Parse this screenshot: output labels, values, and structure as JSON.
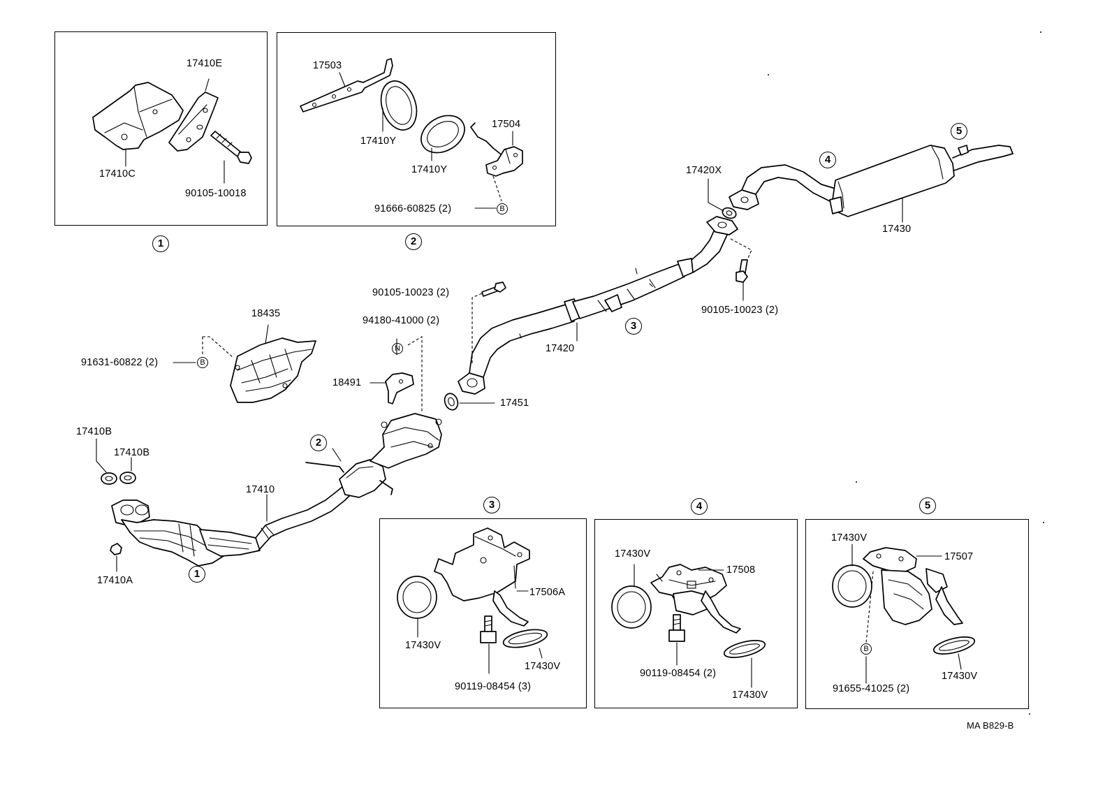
{
  "labels": {
    "p17410E": "17410E",
    "p17410C": "17410C",
    "p90105_10018": "90105-10018",
    "p17503": "17503",
    "p17410Y_a": "17410Y",
    "p17410Y_b": "17410Y",
    "p17504": "17504",
    "p91666": "91666-60825 (2)",
    "p17420X": "17420X",
    "p17430": "17430",
    "p90105_10023_a": "90105-10023 (2)",
    "p90105_10023_b": "90105-10023 (2)",
    "p94180": "94180-41000 (2)",
    "p18435": "18435",
    "p91631": "91631-60822 (2)",
    "p18491": "18491",
    "p17420": "17420",
    "p17451": "17451",
    "p17410B_a": "17410B",
    "p17410B_b": "17410B",
    "p17410": "17410",
    "p17410A": "17410A",
    "p17430V_3a": "17430V",
    "p17430V_3b": "17430V",
    "p17506A": "17506A",
    "p90119_3": "90119-08454 (3)",
    "p17430V_4a": "17430V",
    "p17508": "17508",
    "p90119_2": "90119-08454 (2)",
    "p17430V_4b": "17430V",
    "p17430V_5a": "17430V",
    "p17507": "17507",
    "p91655": "91655-41025 (2)",
    "p17430V_5b": "17430V",
    "figure_code": "MA B829-B"
  },
  "callouts": {
    "box1": "1",
    "box2": "2",
    "box3": "3",
    "box4": "4",
    "box5": "5",
    "main1": "1",
    "main2": "2",
    "main3": "3",
    "main4": "4",
    "main5": "5"
  },
  "bubbles": {
    "b1": "B",
    "b2": "B",
    "b3": "B",
    "n1": "N"
  }
}
